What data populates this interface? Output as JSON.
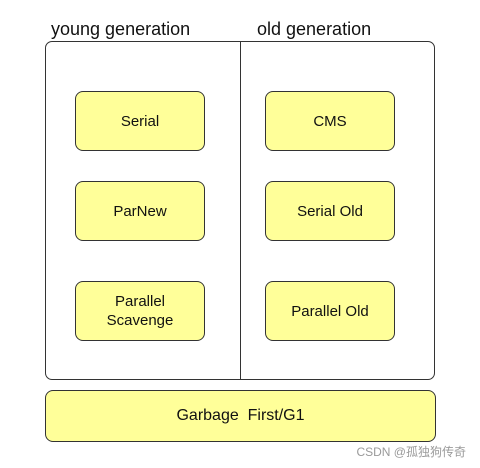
{
  "headings": {
    "young": "young generation",
    "old": "old generation"
  },
  "young_collectors": [
    "Serial",
    "ParNew",
    "Parallel\nScavenge"
  ],
  "old_collectors": [
    "CMS",
    "Serial Old",
    "Parallel Old"
  ],
  "bottom_collector": "Garbage  First/G1",
  "watermark": "CSDN @孤独狗传奇",
  "colors": {
    "node_fill": "#ffff99",
    "border": "#333333"
  }
}
